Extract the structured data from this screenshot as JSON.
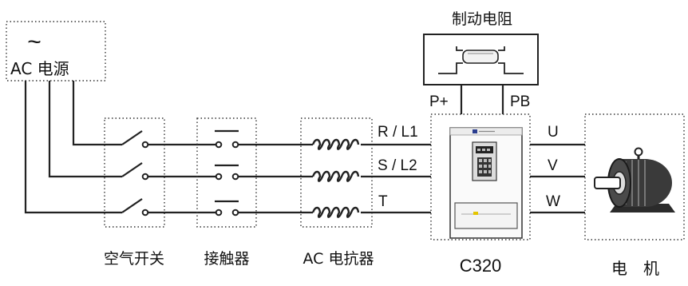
{
  "source": {
    "symbol": "~",
    "label": "AC 电源"
  },
  "braking_resistor": {
    "label": "制动电阻",
    "terminal_p": "P+",
    "terminal_pb": "PB"
  },
  "components": {
    "air_switch": "空气开关",
    "contactor": "接触器",
    "ac_reactor": "AC 电抗器"
  },
  "inverter": {
    "model": "C320",
    "inputs": [
      "R / L1",
      "S / L2",
      "T"
    ],
    "outputs": [
      "U",
      "V",
      "W"
    ]
  },
  "motor": {
    "label": "电　机"
  }
}
